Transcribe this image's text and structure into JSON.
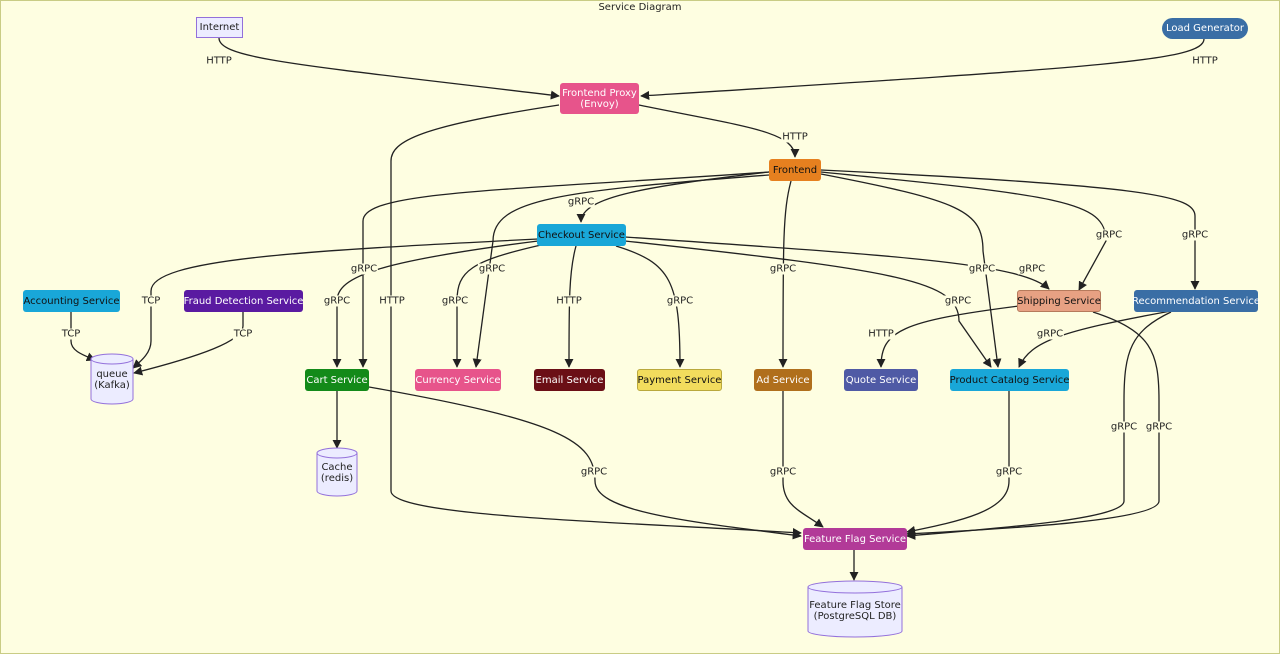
{
  "title": "Service Diagram",
  "nodes": {
    "internet": "Internet",
    "load_generator": "Load Generator",
    "frontend_proxy_line1": "Frontend Proxy",
    "frontend_proxy_line2": "(Envoy)",
    "frontend": "Frontend",
    "checkout": "Checkout Service",
    "accounting": "Accounting Service",
    "fraud_detection": "Fraud Detection Service",
    "shipping": "Shipping Service",
    "recommendation": "Recommendation Service",
    "queue_line1": "queue",
    "queue_line2": "(Kafka)",
    "cart": "Cart Service",
    "currency": "Currency Service",
    "email": "Email Service",
    "payment": "Payment Service",
    "ad": "Ad Service",
    "quote": "Quote Service",
    "product_catalog": "Product Catalog Service",
    "cache_line1": "Cache",
    "cache_line2": "(redis)",
    "feature_flag": "Feature Flag Service",
    "flag_store_line1": "Feature Flag Store",
    "flag_store_line2": "(PostgreSQL DB)"
  },
  "edge_labels": {
    "internet_proxy": "HTTP",
    "loadgen_proxy": "HTTP",
    "proxy_frontend": "HTTP",
    "proxy_flag": "HTTP",
    "frontend_checkout": "gRPC",
    "frontend_cart": "gRPC",
    "frontend_currency": "gRPC",
    "frontend_ad": "gRPC",
    "frontend_catalog": "gRPC",
    "frontend_shipping": "gRPC",
    "frontend_recommendation": "gRPC",
    "checkout_cart": "gRPC",
    "checkout_currency": "gRPC",
    "checkout_email": "HTTP",
    "checkout_payment": "gRPC",
    "checkout_catalog": "gRPC",
    "checkout_shipping": "gRPC",
    "checkout_queue": "TCP",
    "accounting_queue": "TCP",
    "fraud_queue": "TCP",
    "shipping_quote": "HTTP",
    "recommendation_catalog": "gRPC",
    "cart_flag": "gRPC",
    "ad_flag": "gRPC",
    "catalog_flag": "gRPC",
    "shipping_flag": "gRPC",
    "recommendation_flag": "gRPC"
  },
  "colors": {
    "background": "#fefee1",
    "frontend_proxy": "#e7548b",
    "frontend": "#e6801f",
    "checkout": "#19a7d8",
    "accounting": "#19a7d8",
    "fraud_detection": "#5a1aa1",
    "shipping": "#e7a183",
    "recommendation": "#3a6ea5",
    "load_generator": "#3a6ea5",
    "cart": "#138a19",
    "currency": "#e7548b",
    "email": "#6b0f16",
    "payment": "#f2dc5d",
    "ad": "#b06f1c",
    "quote": "#4f5aa5",
    "product_catalog": "#19a7d8",
    "feature_flag": "#b23a98",
    "internet": "#ececff",
    "store": "#ececff"
  }
}
